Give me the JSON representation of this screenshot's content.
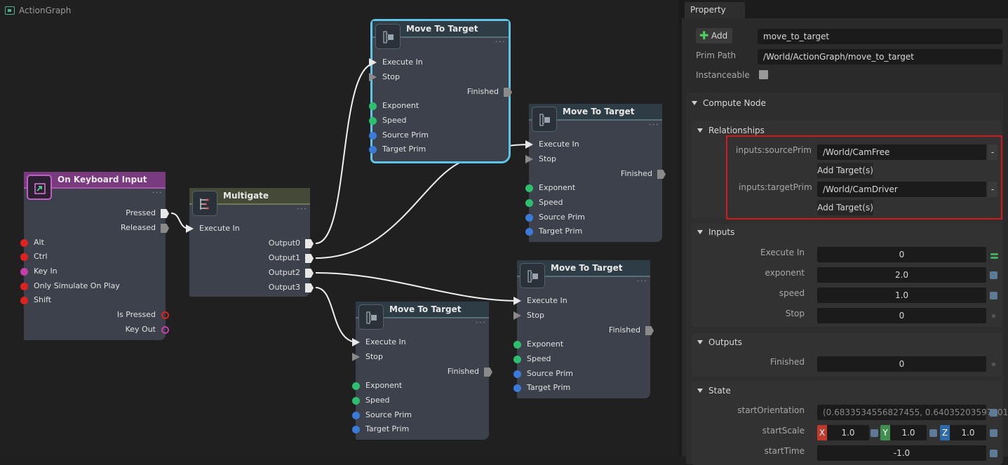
{
  "graph": {
    "title": "ActionGraph",
    "nodes": {
      "keyboard": {
        "title": "On Keyboard Input",
        "outputs": [
          "Pressed",
          "Released"
        ],
        "inputs": [
          "Alt",
          "Ctrl",
          "Key In",
          "Only Simulate On Play",
          "Shift"
        ],
        "outputs2": [
          "Is Pressed",
          "Key Out"
        ]
      },
      "multigate": {
        "title": "Multigate",
        "input": "Execute In",
        "outputs": [
          "Output0",
          "Output1",
          "Output2",
          "Output3"
        ]
      },
      "mtt1": {
        "title": "Move To Target",
        "exec_in": "Execute In",
        "stop": "Stop",
        "finished": "Finished",
        "inputs": [
          "Exponent",
          "Speed",
          "Source Prim",
          "Target Prim"
        ]
      },
      "mtt2": {
        "title": "Move To Target",
        "exec_in": "Execute In",
        "stop": "Stop",
        "finished": "Finished",
        "inputs": [
          "Exponent",
          "Speed",
          "Source Prim",
          "Target Prim"
        ]
      },
      "mtt3": {
        "title": "Move To Target",
        "exec_in": "Execute In",
        "stop": "Stop",
        "finished": "Finished",
        "inputs": [
          "Exponent",
          "Speed",
          "Source Prim",
          "Target Prim"
        ]
      },
      "mtt4": {
        "title": "Move To Target",
        "exec_in": "Execute In",
        "stop": "Stop",
        "finished": "Finished",
        "inputs": [
          "Exponent",
          "Speed",
          "Source Prim",
          "Target Prim"
        ]
      }
    }
  },
  "panel": {
    "tab": "Property",
    "add_label": "Add",
    "name_value": "move_to_target",
    "prim_path_label": "Prim Path",
    "prim_path_value": "/World/ActionGraph/move_to_target",
    "instanceable_label": "Instanceable",
    "compute_node_title": "Compute Node",
    "relationships": {
      "title": "Relationships",
      "source_label": "inputs:sourcePrim",
      "source_value": "/World/CamFree",
      "target_label": "inputs:targetPrim",
      "target_value": "/World/CamDriver",
      "add_targets": "Add Target(s)",
      "remove": "-"
    },
    "inputs": {
      "title": "Inputs",
      "rows": [
        {
          "label": "Execute In",
          "value": "0"
        },
        {
          "label": "exponent",
          "value": "2.0"
        },
        {
          "label": "speed",
          "value": "1.0"
        },
        {
          "label": "Stop",
          "value": "0"
        }
      ]
    },
    "outputs": {
      "title": "Outputs",
      "rows": [
        {
          "label": "Finished",
          "value": "0"
        }
      ]
    },
    "state": {
      "title": "State",
      "start_orientation_label": "startOrientation",
      "start_orientation_value": "(0.6833534556827455, 0.64035203597301",
      "start_scale_label": "startScale",
      "x_label": "X",
      "y_label": "Y",
      "z_label": "Z",
      "x_value": "1.0",
      "y_value": "1.0",
      "z_value": "1.0",
      "start_time_label": "startTime",
      "start_time_value": "-1.0"
    },
    "colors": {
      "highlight": "#d4181e",
      "selected_node": "#5fc4e6",
      "x_axis": "#c0392b",
      "y_axis": "#3f8f4f",
      "z_axis": "#2e6aa8"
    }
  }
}
